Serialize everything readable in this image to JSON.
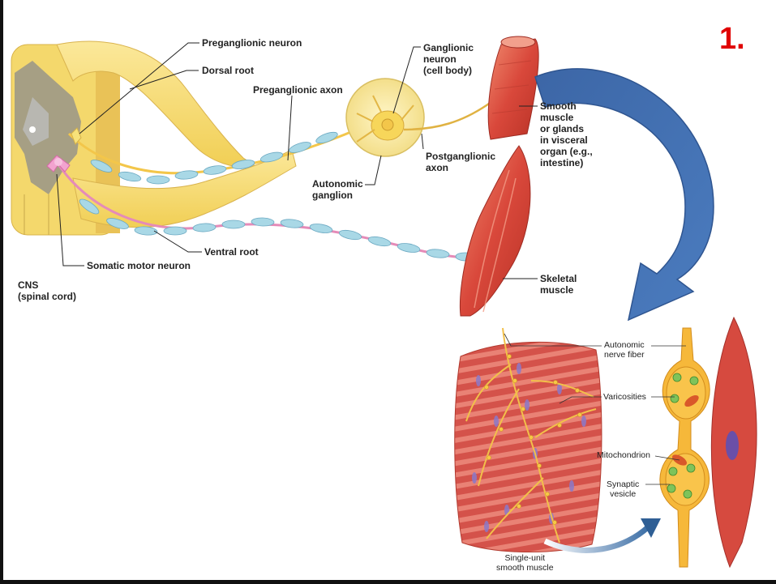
{
  "slide_number": "1.",
  "colors": {
    "arrow_blue": "#3f6fae",
    "neuron_yellow": "#f7dc6f",
    "myelin_blue": "#a9d8e6",
    "muscle_red": "#d9483b",
    "somatic_pink": "#e58bb8",
    "slide_number_red": "#e00000"
  },
  "top_diagram": {
    "labels": {
      "preganglionic_neuron": "Preganglionic neuron",
      "dorsal_root": "Dorsal root",
      "preganglionic_axon": "Preganglionic axon",
      "ganglionic_neuron": "Ganglionic\nneuron\n(cell body)",
      "smooth_muscle": "Smooth\nmuscle\nor glands\nin visceral\norgan (e.g.,\nintestine)",
      "postganglionic_axon": "Postganglionic\naxon",
      "autonomic_ganglion": "Autonomic\nganglion",
      "ventral_root": "Ventral root",
      "somatic_motor_neuron": "Somatic motor neuron",
      "cns": "CNS\n(spinal cord)",
      "skeletal_muscle": "Skeletal\nmuscle"
    }
  },
  "bottom_diagram": {
    "labels": {
      "autonomic_nerve_fiber": "Autonomic\nnerve fiber",
      "varicosities": "Varicosities",
      "mitochondrion": "Mitochondrion",
      "synaptic_vesicle": "Synaptic\nvesicle",
      "single_unit": "Single-unit\nsmooth muscle"
    }
  }
}
